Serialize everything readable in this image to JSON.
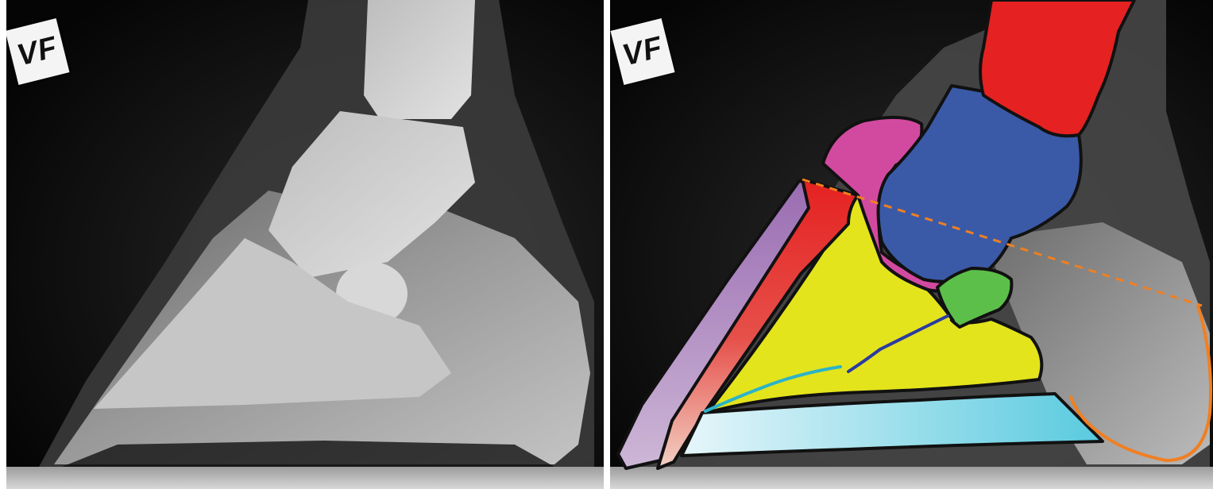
{
  "panels": [
    {
      "label": "VF",
      "kind": "radiograph"
    },
    {
      "label": "VF",
      "kind": "annotated-radiograph"
    }
  ],
  "colors": {
    "red": "#e52121",
    "blue": "#3a5aa8",
    "pink": "#d24aa0",
    "green": "#5cbf4a",
    "yellow": "#e3e41c",
    "purple": "#9a6cb2",
    "light_blue": "#6dd2e3",
    "orange": "#f07f22",
    "dark_blue_line": "#2b3ba0",
    "cyan_line": "#2cb3c8"
  }
}
